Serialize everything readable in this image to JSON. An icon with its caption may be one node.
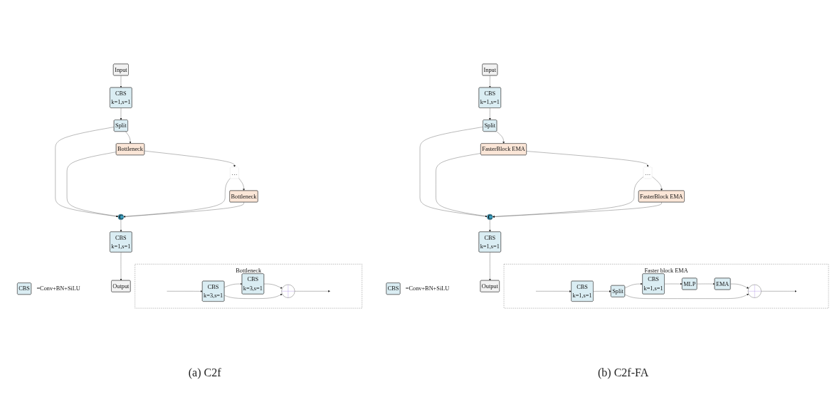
{
  "diagram": {
    "nodes": [
      {
        "text": [
          "Input"
        ]
      },
      {
        "text": [
          "CBS",
          "k=1,s=1"
        ]
      },
      {
        "text": [
          "Split"
        ]
      },
      {
        "text": [
          "Bottleneck"
        ]
      },
      {
        "text": [
          "…"
        ]
      },
      {
        "text": [
          "Bottleneck"
        ]
      },
      {
        "text": [
          "C"
        ]
      },
      {
        "text": [
          "CBS",
          "k=1,s=1"
        ]
      },
      {
        "text": [
          "Output"
        ]
      },
      {
        "text": [
          "Bottleneck"
        ]
      },
      {
        "text": [
          "CBS",
          "k=3,s=1"
        ],
        "in": 9
      },
      {
        "text": [
          "CBS",
          "k=3,s=1"
        ],
        "in": 9
      },
      {
        "text": [],
        "shape": "circle",
        "in": 9
      },
      {
        "text": [
          "CBS"
        ],
        "beside": [
          "=Conv+BN+SiLU"
        ]
      },
      {
        "text": [
          "Input"
        ]
      },
      {
        "text": [
          "CBS",
          "k=1,s=1"
        ]
      },
      {
        "text": [
          "Split"
        ]
      },
      {
        "text": [
          "FasterBlock EMA"
        ]
      },
      {
        "text": [
          "…"
        ]
      },
      {
        "text": [
          "FasterBlock EMA"
        ]
      },
      {
        "text": [
          "C"
        ]
      },
      {
        "text": [
          "CBS",
          "k=1,s=1"
        ]
      },
      {
        "text": [
          "Output"
        ]
      },
      {
        "text": [
          "Faster block EMA"
        ]
      },
      {
        "text": [
          "CBS",
          "k=1,s=1"
        ],
        "in": 23
      },
      {
        "text": [
          "Split"
        ],
        "in": 23
      },
      {
        "text": [
          "CBS",
          "k=1,s=1"
        ],
        "in": 23
      },
      {
        "text": [
          "MLP"
        ],
        "in": 23
      },
      {
        "text": [
          "EMA"
        ],
        "in": 23
      },
      {
        "text": [],
        "shape": "circle",
        "in": 23
      },
      {
        "text": [
          "CBS"
        ],
        "beside": [
          "=Conv+BN+SiLU"
        ]
      }
    ],
    "edges": [
      {
        "from": 0,
        "to": 1,
        "arrow": "to"
      },
      {
        "from": 1,
        "to": 2,
        "arrow": "to"
      },
      {
        "from": 2,
        "to": 3,
        "arrow": "to"
      },
      {
        "from": 2,
        "to": 6,
        "arrow": "to"
      },
      {
        "from": 3,
        "to": 4,
        "arrow": "to"
      },
      {
        "from": 4,
        "to": 5,
        "arrow": "to"
      },
      {
        "from": 3,
        "to": 6,
        "arrow": "to"
      },
      {
        "from": 4,
        "to": 6,
        "arrow": "to"
      },
      {
        "from": 5,
        "to": 6,
        "arrow": "to"
      },
      {
        "from": 6,
        "to": 7,
        "arrow": "to"
      },
      {
        "from": 7,
        "to": 8,
        "arrow": "to"
      },
      {
        "from": null,
        "to": 10,
        "arrow": "to"
      },
      {
        "from": 10,
        "to": 11,
        "arrow": "to"
      },
      {
        "from": 11,
        "to": 12,
        "arrow": "to"
      },
      {
        "from": 10,
        "to": 12,
        "arrow": "to"
      },
      {
        "from": 12,
        "to": null,
        "arrow": "to"
      },
      {
        "from": 14,
        "to": 15,
        "arrow": "to"
      },
      {
        "from": 15,
        "to": 16,
        "arrow": "to"
      },
      {
        "from": 16,
        "to": 17,
        "arrow": "to"
      },
      {
        "from": 16,
        "to": 20,
        "arrow": "to"
      },
      {
        "from": 17,
        "to": 18,
        "arrow": "to"
      },
      {
        "from": 18,
        "to": 19,
        "arrow": "to"
      },
      {
        "from": 17,
        "to": 20,
        "arrow": "to"
      },
      {
        "from": 18,
        "to": 20,
        "arrow": "to"
      },
      {
        "from": 19,
        "to": 20,
        "arrow": "to"
      },
      {
        "from": 20,
        "to": 21,
        "arrow": "to"
      },
      {
        "from": 21,
        "to": 22,
        "arrow": "to"
      },
      {
        "from": null,
        "to": 24,
        "arrow": "to"
      },
      {
        "from": 24,
        "to": 25,
        "arrow": "to"
      },
      {
        "from": 25,
        "to": 26,
        "arrow": "to"
      },
      {
        "from": 26,
        "to": 27,
        "arrow": "to"
      },
      {
        "from": 27,
        "to": 28,
        "arrow": "to"
      },
      {
        "from": 28,
        "to": 29,
        "arrow": "to"
      },
      {
        "from": 25,
        "to": 29,
        "arrow": "to"
      },
      {
        "from": 29,
        "to": null,
        "arrow": "to"
      }
    ],
    "labels": [
      "(a) C2f",
      "(b) C2f-FA"
    ]
  }
}
